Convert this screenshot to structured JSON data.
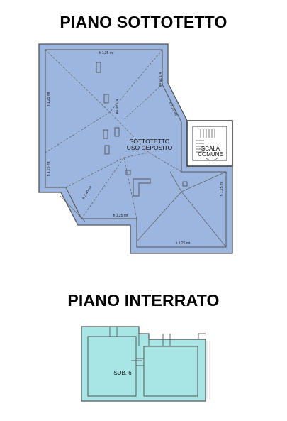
{
  "plan_top": {
    "title": "PIANO SOTTOTETTO",
    "room_label_line1": "SOTTOTETTO",
    "room_label_line2": "USO DEPOSITO",
    "stair_label_line1": "SCALA",
    "stair_label_line2": "COMUNE",
    "height_labels": {
      "top": "h 1,25 mt",
      "left_upper": "h 1,25 mt",
      "left_lower": "h 1,25 mt",
      "right_upper": "h 1,25 mt",
      "diag_right": "h 1,25 mt",
      "center": "h 3,00 mt",
      "diag_lower": "h 3,40 mt",
      "mid_bottom": "h 1,25 mt",
      "right_lower": "h 1,25 mt",
      "bottom": "h 1,25 mt"
    }
  },
  "plan_bottom": {
    "title": "PIANO INTERRATO",
    "unit_label": "SUB. 6"
  },
  "colors": {
    "roof_fill": "#9db6e0",
    "basement_fill": "#a8e6e6",
    "line": "#555555"
  }
}
